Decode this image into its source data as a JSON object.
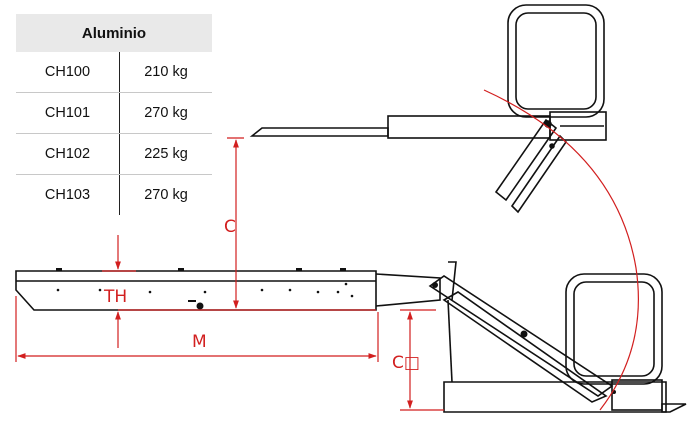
{
  "table": {
    "header": "Aluminio",
    "rows": [
      {
        "model": "CH100",
        "load": "210 kg"
      },
      {
        "model": "CH101",
        "load": "270 kg"
      },
      {
        "model": "CH102",
        "load": "225 kg"
      },
      {
        "model": "CH103",
        "load": "270 kg"
      }
    ]
  },
  "dimensions": {
    "c_label": "C",
    "th_label": "TH",
    "m_label": "M",
    "cd_label": "C□"
  },
  "colors": {
    "dimension": "#d21f1f",
    "outline": "#111111",
    "header_bg": "#e9e9e9"
  }
}
